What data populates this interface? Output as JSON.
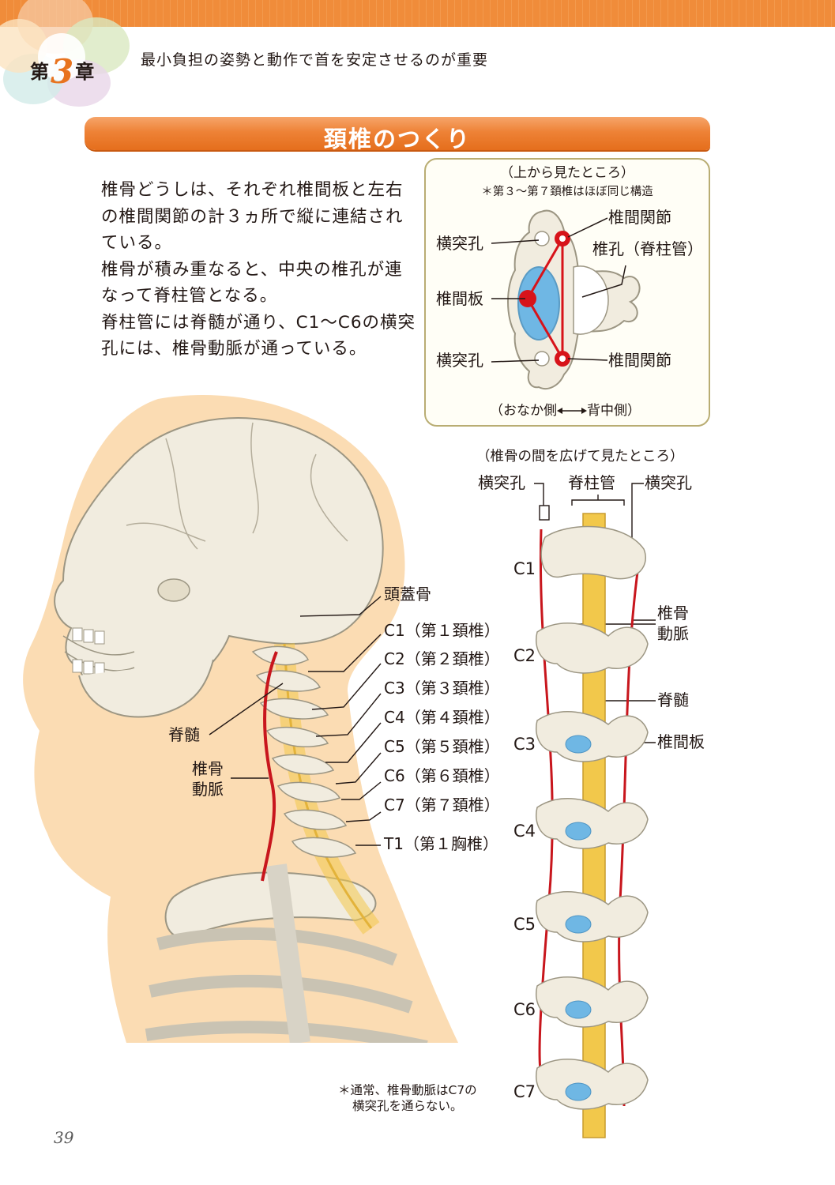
{
  "header": {
    "chapter_prefix": "第",
    "chapter_number": "3",
    "chapter_suffix": "章",
    "subtitle": "最小負担の姿勢と動作で首を安定させるのが重要"
  },
  "section_title": "頚椎のつくり",
  "intro": [
    "椎骨どうしは、それぞれ椎間板と左右の椎間関節の計３ヵ所で縦に連結されている。",
    "椎骨が積み重なると、中央の椎孔が連なって脊柱管となる。",
    "脊柱管には脊髄が通り、C1〜C6の横突孔には、椎骨動脈が通っている。"
  ],
  "top_view": {
    "title": "（上から見たところ）",
    "note": "＊第３〜第７頚椎はほぼ同じ構造",
    "labels": {
      "transverse_foramen_upper": "横突孔",
      "intervertebral_disc": "椎間板",
      "transverse_foramen_lower": "横突孔",
      "facet_joint_upper": "椎間関節",
      "vertebral_foramen": "椎孔（脊柱管）",
      "facet_joint_lower": "椎間関節"
    },
    "direction_front": "（おなか側",
    "direction_back": "背中側）"
  },
  "side_view": {
    "labels": {
      "skull": "頭蓋骨",
      "c1": "C1（第１頚椎）",
      "c2": "C2（第２頚椎）",
      "c3": "C3（第３頚椎）",
      "c4": "C4（第４頚椎）",
      "c5": "C5（第５頚椎）",
      "c6": "C6（第６頚椎）",
      "c7": "C7（第７頚椎）",
      "t1": "T1（第１胸椎）",
      "spinal_cord": "脊髄",
      "vertebral_artery_1": "椎骨",
      "vertebral_artery_2": "動脈"
    }
  },
  "spread_view": {
    "title": "（椎骨の間を広げて見たところ）",
    "labels": {
      "transverse_foramen_left": "横突孔",
      "spinal_canal": "脊柱管",
      "transverse_foramen_right": "横突孔",
      "vertebral_artery_1": "椎骨",
      "vertebral_artery_2": "動脈",
      "spinal_cord": "脊髄",
      "intervertebral_disc": "椎間板"
    },
    "levels": [
      "C1",
      "C2",
      "C3",
      "C4",
      "C5",
      "C6",
      "C7"
    ]
  },
  "footnote": [
    "＊通常、椎骨動脈はC7の",
    "横突孔を通らない。"
  ],
  "page_number": "39",
  "colors": {
    "accent_orange": "#ee8236",
    "skin": "#fbdcb3",
    "bone": "#f1ecdf",
    "artery_red": "#c8161d",
    "spinal_cord_yellow": "#f2c84b",
    "disc_blue": "#6fb7e4",
    "inset_border": "#b9ad73"
  }
}
